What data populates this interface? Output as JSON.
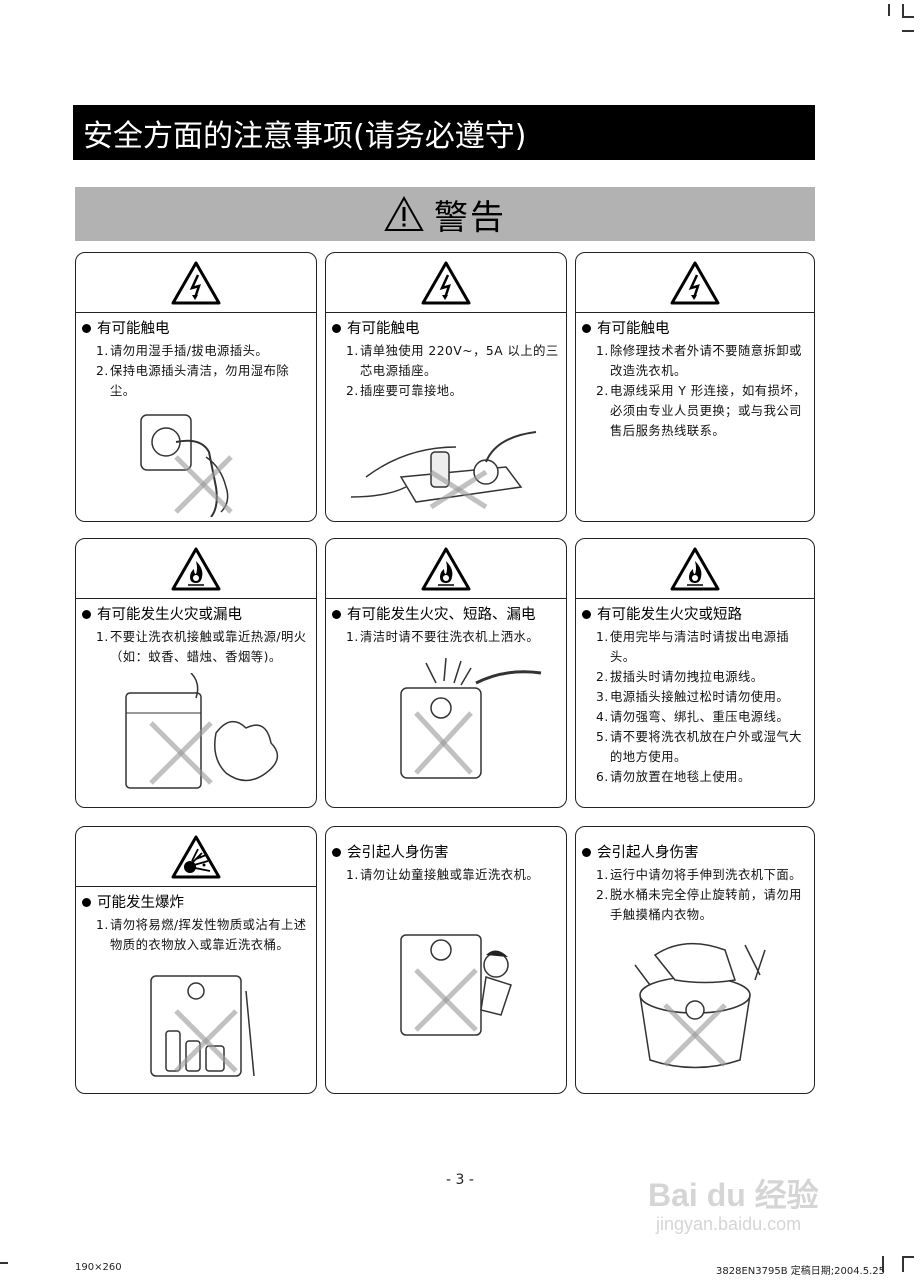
{
  "page": {
    "title": "安全方面的注意事项(请务必遵守)",
    "warning_label": "警告",
    "page_number": "- 3 -",
    "footer_left": "190×260",
    "footer_right": "3828EN3795B  定稿日期;2004.5.25",
    "watermark_main": "Bai du 经验",
    "watermark_sub": "jingyan.baidu.com"
  },
  "colors": {
    "title_bg": "#000000",
    "warning_bg": "#b2b2b2",
    "card_border": "#222222"
  },
  "cards": [
    {
      "icon": "electric-shock-icon",
      "heading": "有可能触电",
      "items": [
        {
          "num": "1.",
          "text": "请勿用湿手插/拔电源插头。"
        },
        {
          "num": "2.",
          "text": "保持电源插头清洁，勿用湿布除尘。"
        }
      ],
      "illustration": "wet-hand-plug-illustration"
    },
    {
      "icon": "electric-shock-icon",
      "heading": "有可能触电",
      "items": [
        {
          "num": "1.",
          "text": "请单独使用 220V~，5A 以上的三芯电源插座。"
        },
        {
          "num": "2.",
          "text": "插座要可靠接地。"
        }
      ],
      "illustration": "power-strip-illustration"
    },
    {
      "icon": "electric-shock-icon",
      "heading": "有可能触电",
      "items": [
        {
          "num": "1.",
          "text": "除修理技术者外请不要随意拆卸或改造洗衣机。"
        },
        {
          "num": "2.",
          "text": "电源线采用 Y 形连接，如有损坏，必须由专业人员更换；或与我公司售后服务热线联系。"
        }
      ],
      "illustration": ""
    },
    {
      "icon": "fire-icon",
      "heading": "有可能发生火灾或漏电",
      "items": [
        {
          "num": "1.",
          "text": "不要让洗衣机接触或靠近热源/明火（如：蚊香、蜡烛、香烟等)。"
        }
      ],
      "illustration": "washer-near-fire-illustration"
    },
    {
      "icon": "fire-icon",
      "heading": "有可能发生火灾、短路、漏电",
      "items": [
        {
          "num": "1.",
          "text": "清洁时请不要往洗衣机上洒水。"
        }
      ],
      "illustration": "washer-water-splash-illustration"
    },
    {
      "icon": "fire-icon",
      "heading": "有可能发生火灾或短路",
      "items": [
        {
          "num": "1.",
          "text": "使用完毕与清洁时请拔出电源插头。"
        },
        {
          "num": "2.",
          "text": "拔插头时请勿拽拉电源线。"
        },
        {
          "num": "3.",
          "text": "电源插头接触过松时请勿使用。"
        },
        {
          "num": "4.",
          "text": "请勿强弯、绑扎、重压电源线。"
        },
        {
          "num": "5.",
          "text": "请不要将洗衣机放在户外或湿气大的地方使用。"
        },
        {
          "num": "6.",
          "text": "请勿放置在地毯上使用。"
        }
      ],
      "illustration": ""
    },
    {
      "icon": "explosion-icon",
      "heading": "可能发生爆炸",
      "items": [
        {
          "num": "1.",
          "text": "请勿将易燃/挥发性物质或沾有上述物质的衣物放入或靠近洗衣桶。"
        }
      ],
      "illustration": "washer-flammable-bottles-illustration"
    },
    {
      "icon": "",
      "heading": "会引起人身伤害",
      "items": [
        {
          "num": "1.",
          "text": "请勿让幼童接触或靠近洗衣机。"
        }
      ],
      "illustration": "child-near-washer-illustration"
    },
    {
      "icon": "",
      "heading": "会引起人身伤害",
      "items": [
        {
          "num": "1.",
          "text": "运行中请勿将手伸到洗衣机下面。"
        },
        {
          "num": "2.",
          "text": "脱水桶未完全停止旋转前，请勿用手触摸桶内衣物。"
        }
      ],
      "illustration": "hand-in-spinning-tub-illustration"
    }
  ]
}
